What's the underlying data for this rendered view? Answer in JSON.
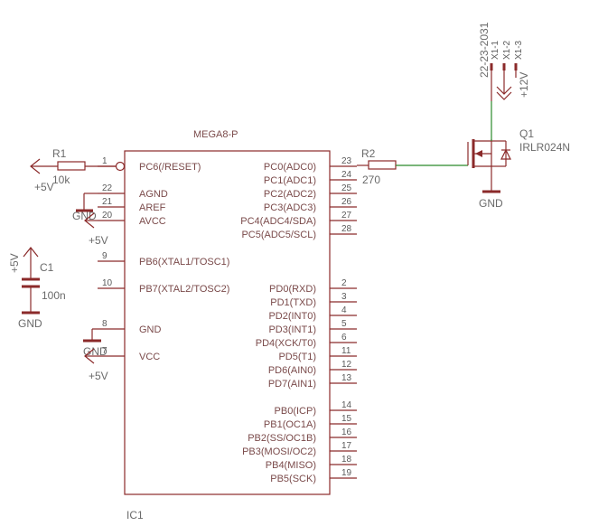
{
  "ic": {
    "name": "IC1",
    "value": "MEGA8-P",
    "left_pins": [
      {
        "num": "1",
        "label": "PC6(/RESET)"
      },
      {
        "num": "22",
        "label": "AGND"
      },
      {
        "num": "21",
        "label": "AREF"
      },
      {
        "num": "20",
        "label": "AVCC"
      },
      {
        "num": "9",
        "label": "PB6(XTAL1/TOSC1)"
      },
      {
        "num": "10",
        "label": "PB7(XTAL2/TOSC2)"
      },
      {
        "num": "8",
        "label": "GND"
      },
      {
        "num": "7",
        "label": "VCC"
      }
    ],
    "right_pins": [
      {
        "num": "23",
        "label": "PC0(ADC0)"
      },
      {
        "num": "24",
        "label": "PC1(ADC1)"
      },
      {
        "num": "25",
        "label": "PC2(ADC2)"
      },
      {
        "num": "26",
        "label": "PC3(ADC3)"
      },
      {
        "num": "27",
        "label": "PC4(ADC4/SDA)"
      },
      {
        "num": "28",
        "label": "PC5(ADC5/SCL)"
      },
      {
        "num": "2",
        "label": "PD0(RXD)"
      },
      {
        "num": "3",
        "label": "PD1(TXD)"
      },
      {
        "num": "4",
        "label": "PD2(INT0)"
      },
      {
        "num": "5",
        "label": "PD3(INT1)"
      },
      {
        "num": "6",
        "label": "PD4(XCK/T0)"
      },
      {
        "num": "11",
        "label": "PD5(T1)"
      },
      {
        "num": "12",
        "label": "PD6(AIN0)"
      },
      {
        "num": "13",
        "label": "PD7(AIN1)"
      },
      {
        "num": "14",
        "label": "PB0(ICP)"
      },
      {
        "num": "15",
        "label": "PB1(OC1A)"
      },
      {
        "num": "16",
        "label": "PB2(SS/OC1B)"
      },
      {
        "num": "17",
        "label": "PB3(MOSI/OC2)"
      },
      {
        "num": "18",
        "label": "PB4(MISO)"
      },
      {
        "num": "19",
        "label": "PB5(SCK)"
      }
    ]
  },
  "r1": {
    "name": "R1",
    "value": "10k"
  },
  "r2": {
    "name": "R2",
    "value": "270"
  },
  "c1": {
    "name": "C1",
    "value": "100n"
  },
  "q1": {
    "name": "Q1",
    "value": "IRLR024N"
  },
  "connector": {
    "part": "22-23-2031",
    "pins": [
      "X1-1",
      "X1-2",
      "X1-3"
    ]
  },
  "supplies": {
    "p5v": "+5V",
    "p12v": "+12V",
    "gnd": "GND"
  }
}
